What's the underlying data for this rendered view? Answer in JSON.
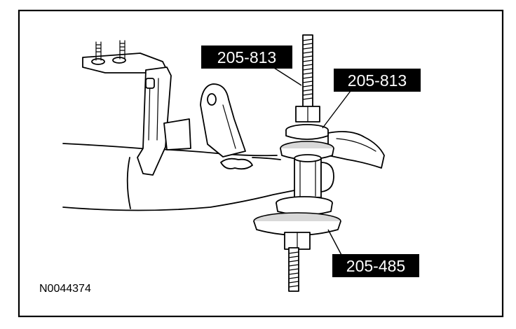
{
  "figure_id": "N0044374",
  "callouts": [
    {
      "label": "205-813"
    },
    {
      "label": "205-813"
    },
    {
      "label": "205-485"
    }
  ]
}
